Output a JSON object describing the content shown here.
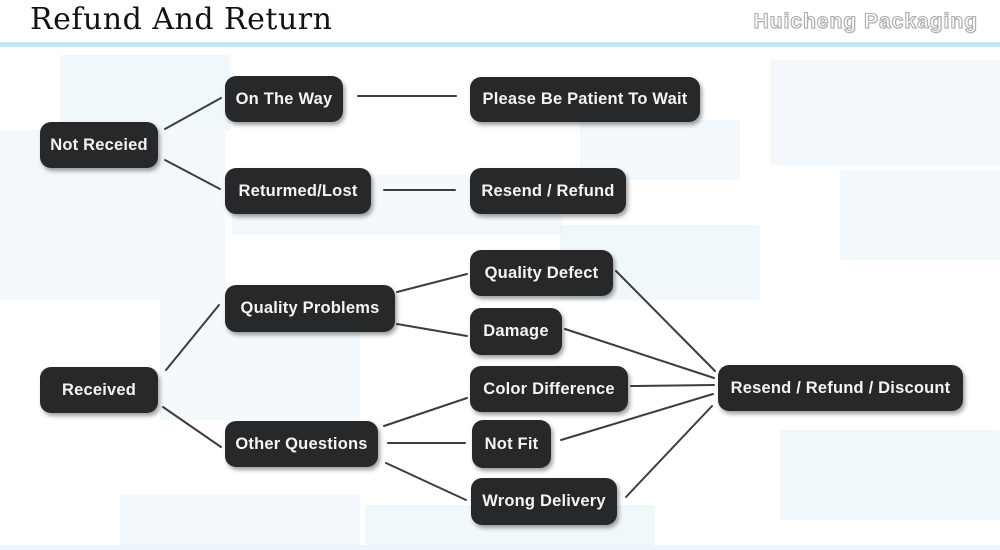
{
  "header": {
    "title": "Refund And Return",
    "brand": "Huicheng Packaging"
  },
  "diagram": {
    "type": "flowchart",
    "box_color": "#26282a",
    "box_text_color": "#f4f4f4",
    "line_color": "#3d3d3d",
    "underline_color": "#c7e6f6",
    "nodes": {
      "not_receied": {
        "label": "Not Receied"
      },
      "on_the_way": {
        "label": "On The Way"
      },
      "please_wait": {
        "label": "Please Be Patient To Wait"
      },
      "returmed_lost": {
        "label": "Returmed/Lost"
      },
      "resend_refund": {
        "label": "Resend / Refund"
      },
      "received": {
        "label": "Received"
      },
      "quality_problems": {
        "label": "Quality Problems"
      },
      "quality_defect": {
        "label": "Quality Defect"
      },
      "damage": {
        "label": "Damage"
      },
      "other_questions": {
        "label": "Other Questions"
      },
      "color_difference": {
        "label": "Color Difference"
      },
      "not_fit": {
        "label": "Not Fit"
      },
      "wrong_delivery": {
        "label": "Wrong Delivery"
      },
      "resend_refund_discount": {
        "label": "Resend / Refund / Discount"
      }
    },
    "connections": [
      {
        "from": "not_receied",
        "to": "on_the_way"
      },
      {
        "from": "on_the_way",
        "to": "please_wait"
      },
      {
        "from": "not_receied",
        "to": "returmed_lost"
      },
      {
        "from": "returmed_lost",
        "to": "resend_refund"
      },
      {
        "from": "received",
        "to": "quality_problems"
      },
      {
        "from": "received",
        "to": "other_questions"
      },
      {
        "from": "quality_problems",
        "to": "quality_defect"
      },
      {
        "from": "quality_problems",
        "to": "damage"
      },
      {
        "from": "other_questions",
        "to": "color_difference"
      },
      {
        "from": "other_questions",
        "to": "not_fit"
      },
      {
        "from": "other_questions",
        "to": "wrong_delivery"
      },
      {
        "from": "quality_defect",
        "to": "resend_refund_discount"
      },
      {
        "from": "damage",
        "to": "resend_refund_discount"
      },
      {
        "from": "color_difference",
        "to": "resend_refund_discount"
      },
      {
        "from": "not_fit",
        "to": "resend_refund_discount"
      },
      {
        "from": "wrong_delivery",
        "to": "resend_refund_discount"
      }
    ]
  }
}
